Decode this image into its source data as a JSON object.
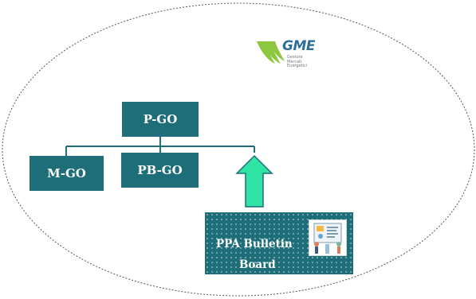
{
  "logo": {
    "wordmark": "GME",
    "subtitle_lines": [
      "Gestore",
      "Mercati",
      "Energetici"
    ],
    "colors": {
      "swoosh": "#8dc63f",
      "text": "#2f6e9a"
    }
  },
  "nodes": {
    "p_go": "P-GO",
    "m_go": "M-GO",
    "pb_go": "PB-GO"
  },
  "ppa_board": {
    "line1": "PPA Bulletin",
    "line2": "Board",
    "illustration": "people-at-bulletin-board-illustration"
  },
  "colors": {
    "box_fill": "#1e6e7a",
    "connector": "#1e6e7a",
    "arrow_fill": "#2ee3a4",
    "arrow_stroke": "#1e6e7a",
    "ellipse_stroke": "#555555"
  }
}
